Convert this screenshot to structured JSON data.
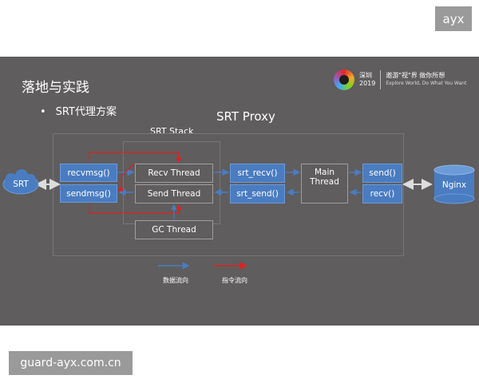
{
  "watermarks": {
    "top": "ayx",
    "bottom": "guard-ayx.com.cn"
  },
  "slide": {
    "title": "落地与实践",
    "bullet": "SRT代理方案",
    "logo": {
      "city": "深圳",
      "year": "2019",
      "slogan": "遨游\"视\"界 做你所想",
      "slogan_en": "Explore World, Do What You Want"
    }
  },
  "diagram": {
    "title": "SRT Proxy",
    "stack_label": "SRT Stack",
    "nodes": {
      "srt": "SRT",
      "recvmsg": "recvmsg()",
      "sendmsg": "sendmsg()",
      "recv_thread": "Recv Thread",
      "send_thread": "Send Thread",
      "gc_thread": "GC Thread",
      "srt_recv": "srt_recv()",
      "srt_send": "srt_send()",
      "main_thread_1": "Main",
      "main_thread_2": "Thread",
      "send": "send()",
      "recv": "recv()",
      "nginx": "Nginx"
    },
    "legend": {
      "data_flow": "数据流向",
      "command_flow": "指令流向"
    },
    "colors": {
      "data_arrow": "#4a7cc1",
      "command_arrow": "#e02020",
      "box_fill": "#4a7cc1"
    }
  }
}
